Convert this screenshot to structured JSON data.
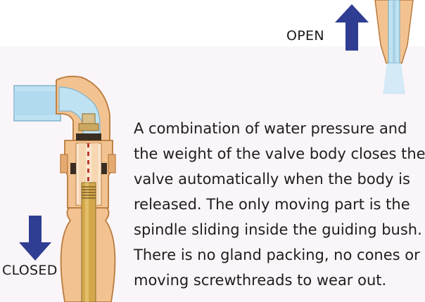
{
  "labels": {
    "open": "OPEN",
    "closed": "CLOSED"
  },
  "description": "A combination of water pressure and\nthe weight of the valve body closes the\nvalve automatically when the body is\nreleased. The only moving part is the\nspindle sliding inside the guiding bush.\nThere is no gland packing, no cones or\nmoving screwthreads to wear out.",
  "colors": {
    "arrow": "#2f3d92",
    "water": "#bfe2f2",
    "brass": "#f2c391",
    "brass_outline": "#b97a3c",
    "spindle": "#d4a84a",
    "background": "#faf5f8"
  },
  "icons": {
    "open_arrow": "arrow-up-icon",
    "closed_arrow": "arrow-down-icon"
  }
}
